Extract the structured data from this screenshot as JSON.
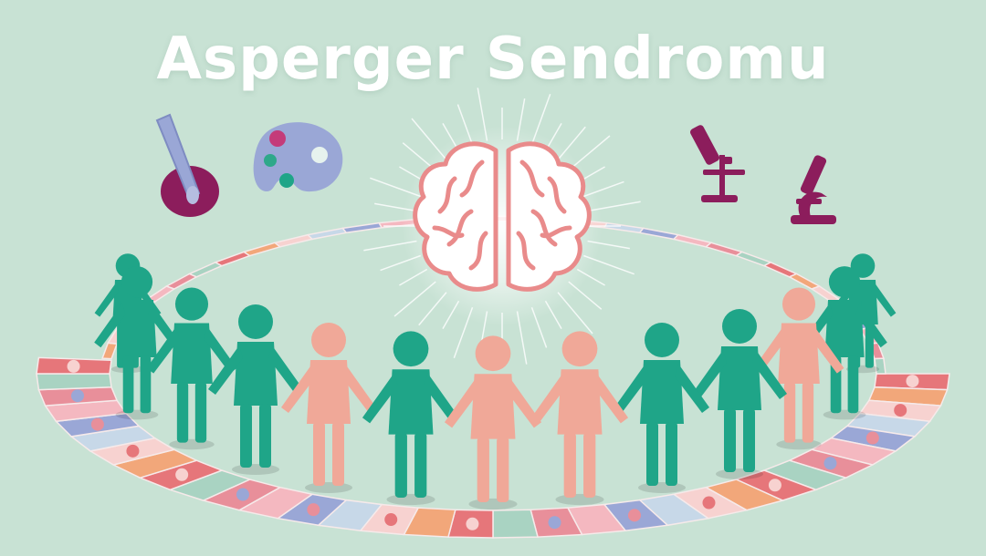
{
  "title": "Asperger Sendromu",
  "colors": {
    "background": "#c8e2d4",
    "teal": "#1fa588",
    "pink": "#f0a898",
    "plum": "#8c1d5c",
    "brain_stroke": "#e98b8b",
    "puzzle": [
      "#e6767a",
      "#f4b8c0",
      "#f7d2d0",
      "#a9d3c2",
      "#9aa7d6",
      "#f2a77a",
      "#e88f9a",
      "#c7d8e8"
    ]
  },
  "icons": {
    "left": [
      "paintbrush-bowl-icon",
      "palette-icon"
    ],
    "center": "brain-icon",
    "right": [
      "microscope-icon",
      "microscope-icon"
    ]
  },
  "people": [
    "teal",
    "teal",
    "teal",
    "pink",
    "teal",
    "pink",
    "pink",
    "teal",
    "teal",
    "pink",
    "teal",
    "teal",
    "teal"
  ]
}
